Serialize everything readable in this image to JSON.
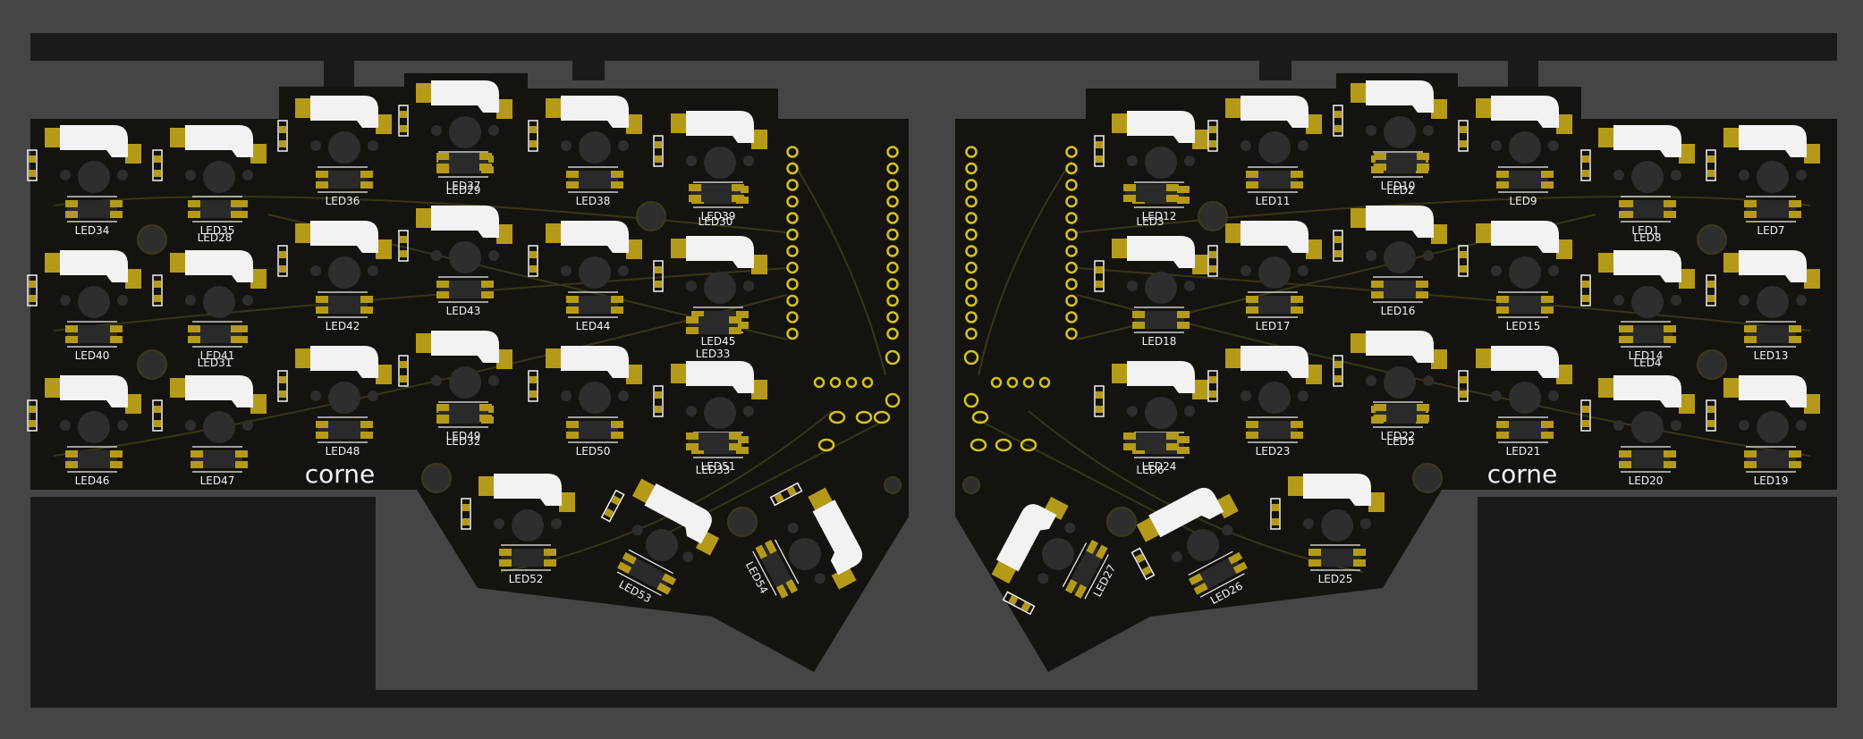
{
  "board": {
    "logo_left": "corne",
    "logo_right": "corne"
  },
  "colors": {
    "background": "#454545",
    "panel_frame": "#1c1a18",
    "pcb": "#15130f",
    "trace": "#3d3a18",
    "gold": "#b59a1a",
    "pad_yellow": "#d4c21c",
    "silkscreen": "#f2f2f2",
    "hole": "#2e2e2e"
  },
  "left_keys": [
    {
      "label": "LED34"
    },
    {
      "label": "LED35"
    },
    {
      "label": "LED36"
    },
    {
      "label": "LED37"
    },
    {
      "label": "LED38"
    },
    {
      "label": "LED39"
    },
    {
      "label": "LED28"
    },
    {
      "label": "LED29"
    },
    {
      "label": "LED30"
    },
    {
      "label": "LED40"
    },
    {
      "label": "LED41"
    },
    {
      "label": "LED42"
    },
    {
      "label": "LED43"
    },
    {
      "label": "LED44"
    },
    {
      "label": "LED45"
    },
    {
      "label": "LED31"
    },
    {
      "label": "LED33"
    },
    {
      "label": "LED46"
    },
    {
      "label": "LED47"
    },
    {
      "label": "LED48"
    },
    {
      "label": "LED49"
    },
    {
      "label": "LED50"
    },
    {
      "label": "LED51"
    },
    {
      "label": "LED32"
    },
    {
      "label": "LED33"
    },
    {
      "label": "LED52"
    },
    {
      "label": "LED53"
    },
    {
      "label": "LED54"
    }
  ],
  "right_keys": [
    {
      "label": "LED12"
    },
    {
      "label": "LED11"
    },
    {
      "label": "LED10"
    },
    {
      "label": "LED9"
    },
    {
      "label": "LED1"
    },
    {
      "label": "LED7"
    },
    {
      "label": "LED3"
    },
    {
      "label": "LED2"
    },
    {
      "label": "LED8"
    },
    {
      "label": "LED18"
    },
    {
      "label": "LED17"
    },
    {
      "label": "LED16"
    },
    {
      "label": "LED15"
    },
    {
      "label": "LED14"
    },
    {
      "label": "LED13"
    },
    {
      "label": "LED4"
    },
    {
      "label": "LED24"
    },
    {
      "label": "LED23"
    },
    {
      "label": "LED22"
    },
    {
      "label": "LED21"
    },
    {
      "label": "LED20"
    },
    {
      "label": "LED19"
    },
    {
      "label": "LED6"
    },
    {
      "label": "LED5"
    },
    {
      "label": "LED27"
    },
    {
      "label": "LED26"
    },
    {
      "label": "LED25"
    }
  ]
}
